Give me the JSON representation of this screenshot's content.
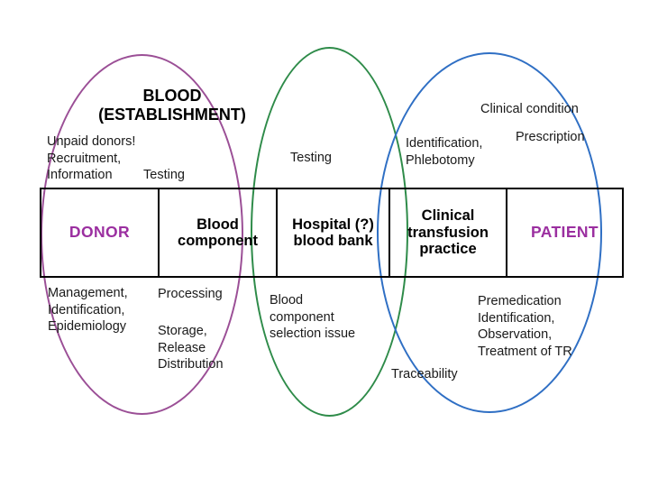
{
  "diagram": {
    "title_block": "BLOOD\n(ESTABLISHMENT)",
    "boxes": [
      {
        "label": "DONOR",
        "style": "accent"
      },
      {
        "label": "Blood\ncomponent",
        "style": "plain"
      },
      {
        "label": "Hospital (?)\nblood\nbank",
        "style": "plain"
      },
      {
        "label": "Clinical\ntransfusion\npractice",
        "style": "plain"
      },
      {
        "label": "PATIENT",
        "style": "accent"
      }
    ],
    "annotations": {
      "unpaid_donors": "Unpaid donors!\nRecruitment,\nInformation",
      "testing_donor": "Testing",
      "testing_bank": "Testing",
      "identification_phlebotomy": "Identification,\nPhlebotomy",
      "clinical_condition": "Clinical condition",
      "prescription": "Prescription",
      "management": "Management,\nIdentification,\nEpidemiology",
      "processing": "Processing",
      "storage": "Storage,\nRelease\nDistribution",
      "blood_component_selection": "Blood\ncomponent\nselection issue",
      "premedication": "Premedication\nIdentification,\nObservation,\nTreatment of TR",
      "traceability": "Traceability"
    },
    "colors": {
      "ellipse_donor": "#9b4f96",
      "ellipse_blood_bank": "#2e8b49",
      "ellipse_clinical": "#2f6fc4",
      "accent_text": "#9b2fa0",
      "box_border": "#000000",
      "background": "#ffffff"
    }
  }
}
